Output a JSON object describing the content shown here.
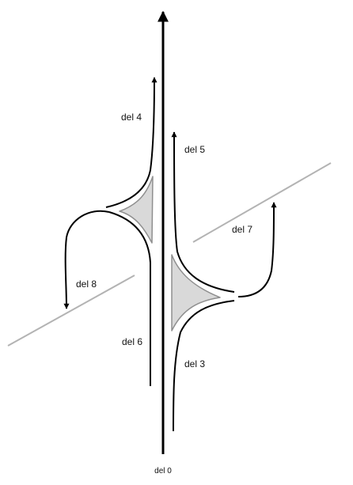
{
  "labels": {
    "del0": "del 0",
    "del3": "del 3",
    "del4": "del 4",
    "del5": "del 5",
    "del6": "del 6",
    "del7": "del 7",
    "del8": "del 8"
  },
  "colors": {
    "road": "#000000",
    "island_fill": "#d9d9d9",
    "island_stroke": "#8f8f8f",
    "boundary": "#b3b3b3"
  }
}
